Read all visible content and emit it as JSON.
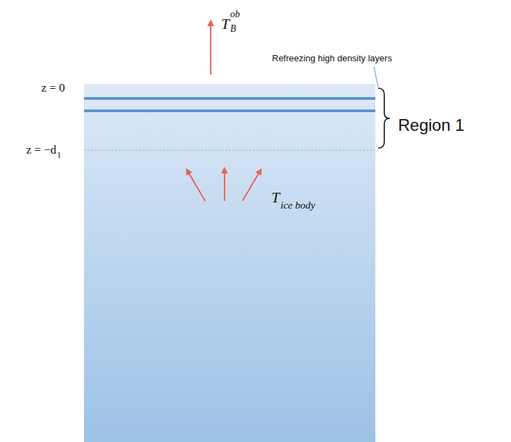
{
  "diagram": {
    "labels": [
      "T",
      "ob",
      "B",
      "Refreezing high density layers",
      "z = 0",
      "z = −d",
      "1",
      "Region 1",
      "T",
      "ice body"
    ]
  }
}
